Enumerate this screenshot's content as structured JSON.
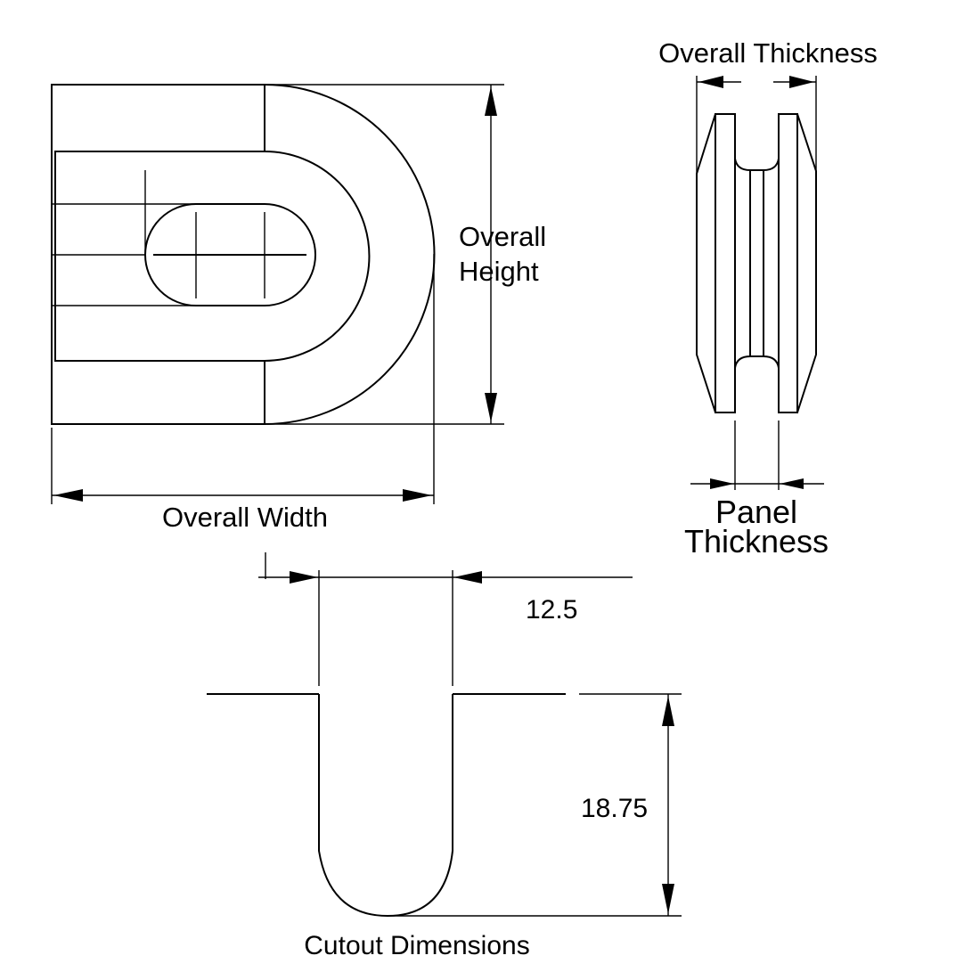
{
  "labels": {
    "overall_thickness": "Overall Thickness",
    "overall_height_1": "Overall",
    "overall_height_2": "Height",
    "overall_width": "Overall Width",
    "panel_thickness_1": "Panel",
    "panel_thickness_2": "Thickness",
    "cutout_width": "12.5",
    "cutout_depth": "18.75",
    "cutout_title": "Cutout Dimensions"
  },
  "colors": {
    "line": "#000000",
    "background": "#ffffff"
  }
}
